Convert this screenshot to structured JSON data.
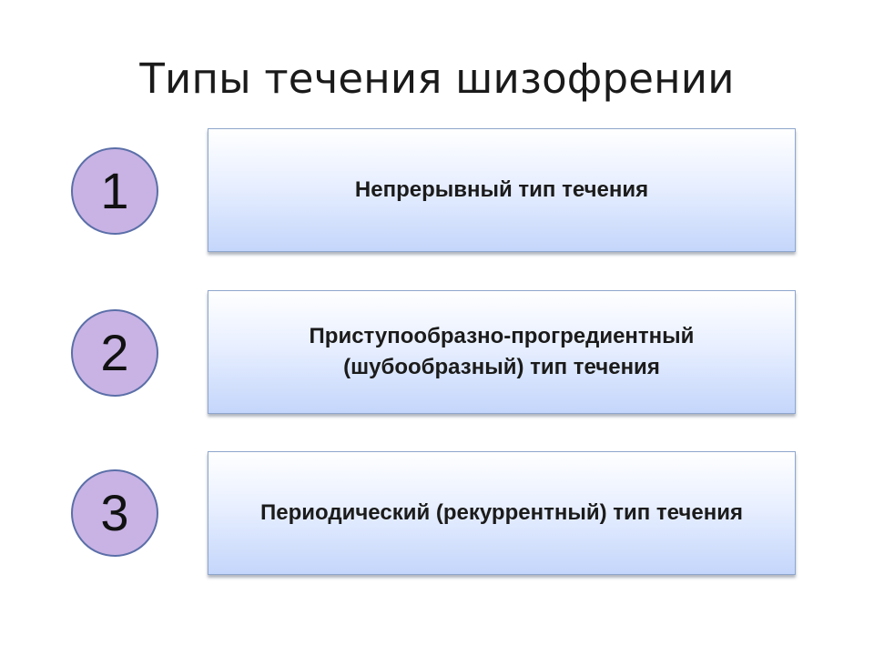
{
  "slide": {
    "title": "Типы течения шизофрении",
    "items": [
      {
        "number": "1",
        "text": "Непрерывный тип течения"
      },
      {
        "number": "2",
        "text": "Приступообразно-прогредиентный (шубообразный) тип течения"
      },
      {
        "number": "3",
        "text": "Периодический (рекуррентный) тип течения"
      }
    ]
  },
  "colors": {
    "circle_fill": "#c8b3e4",
    "circle_border": "#5b6fa8",
    "box_gradient_top": "#ffffff",
    "box_gradient_bottom": "#c4d6fb"
  }
}
